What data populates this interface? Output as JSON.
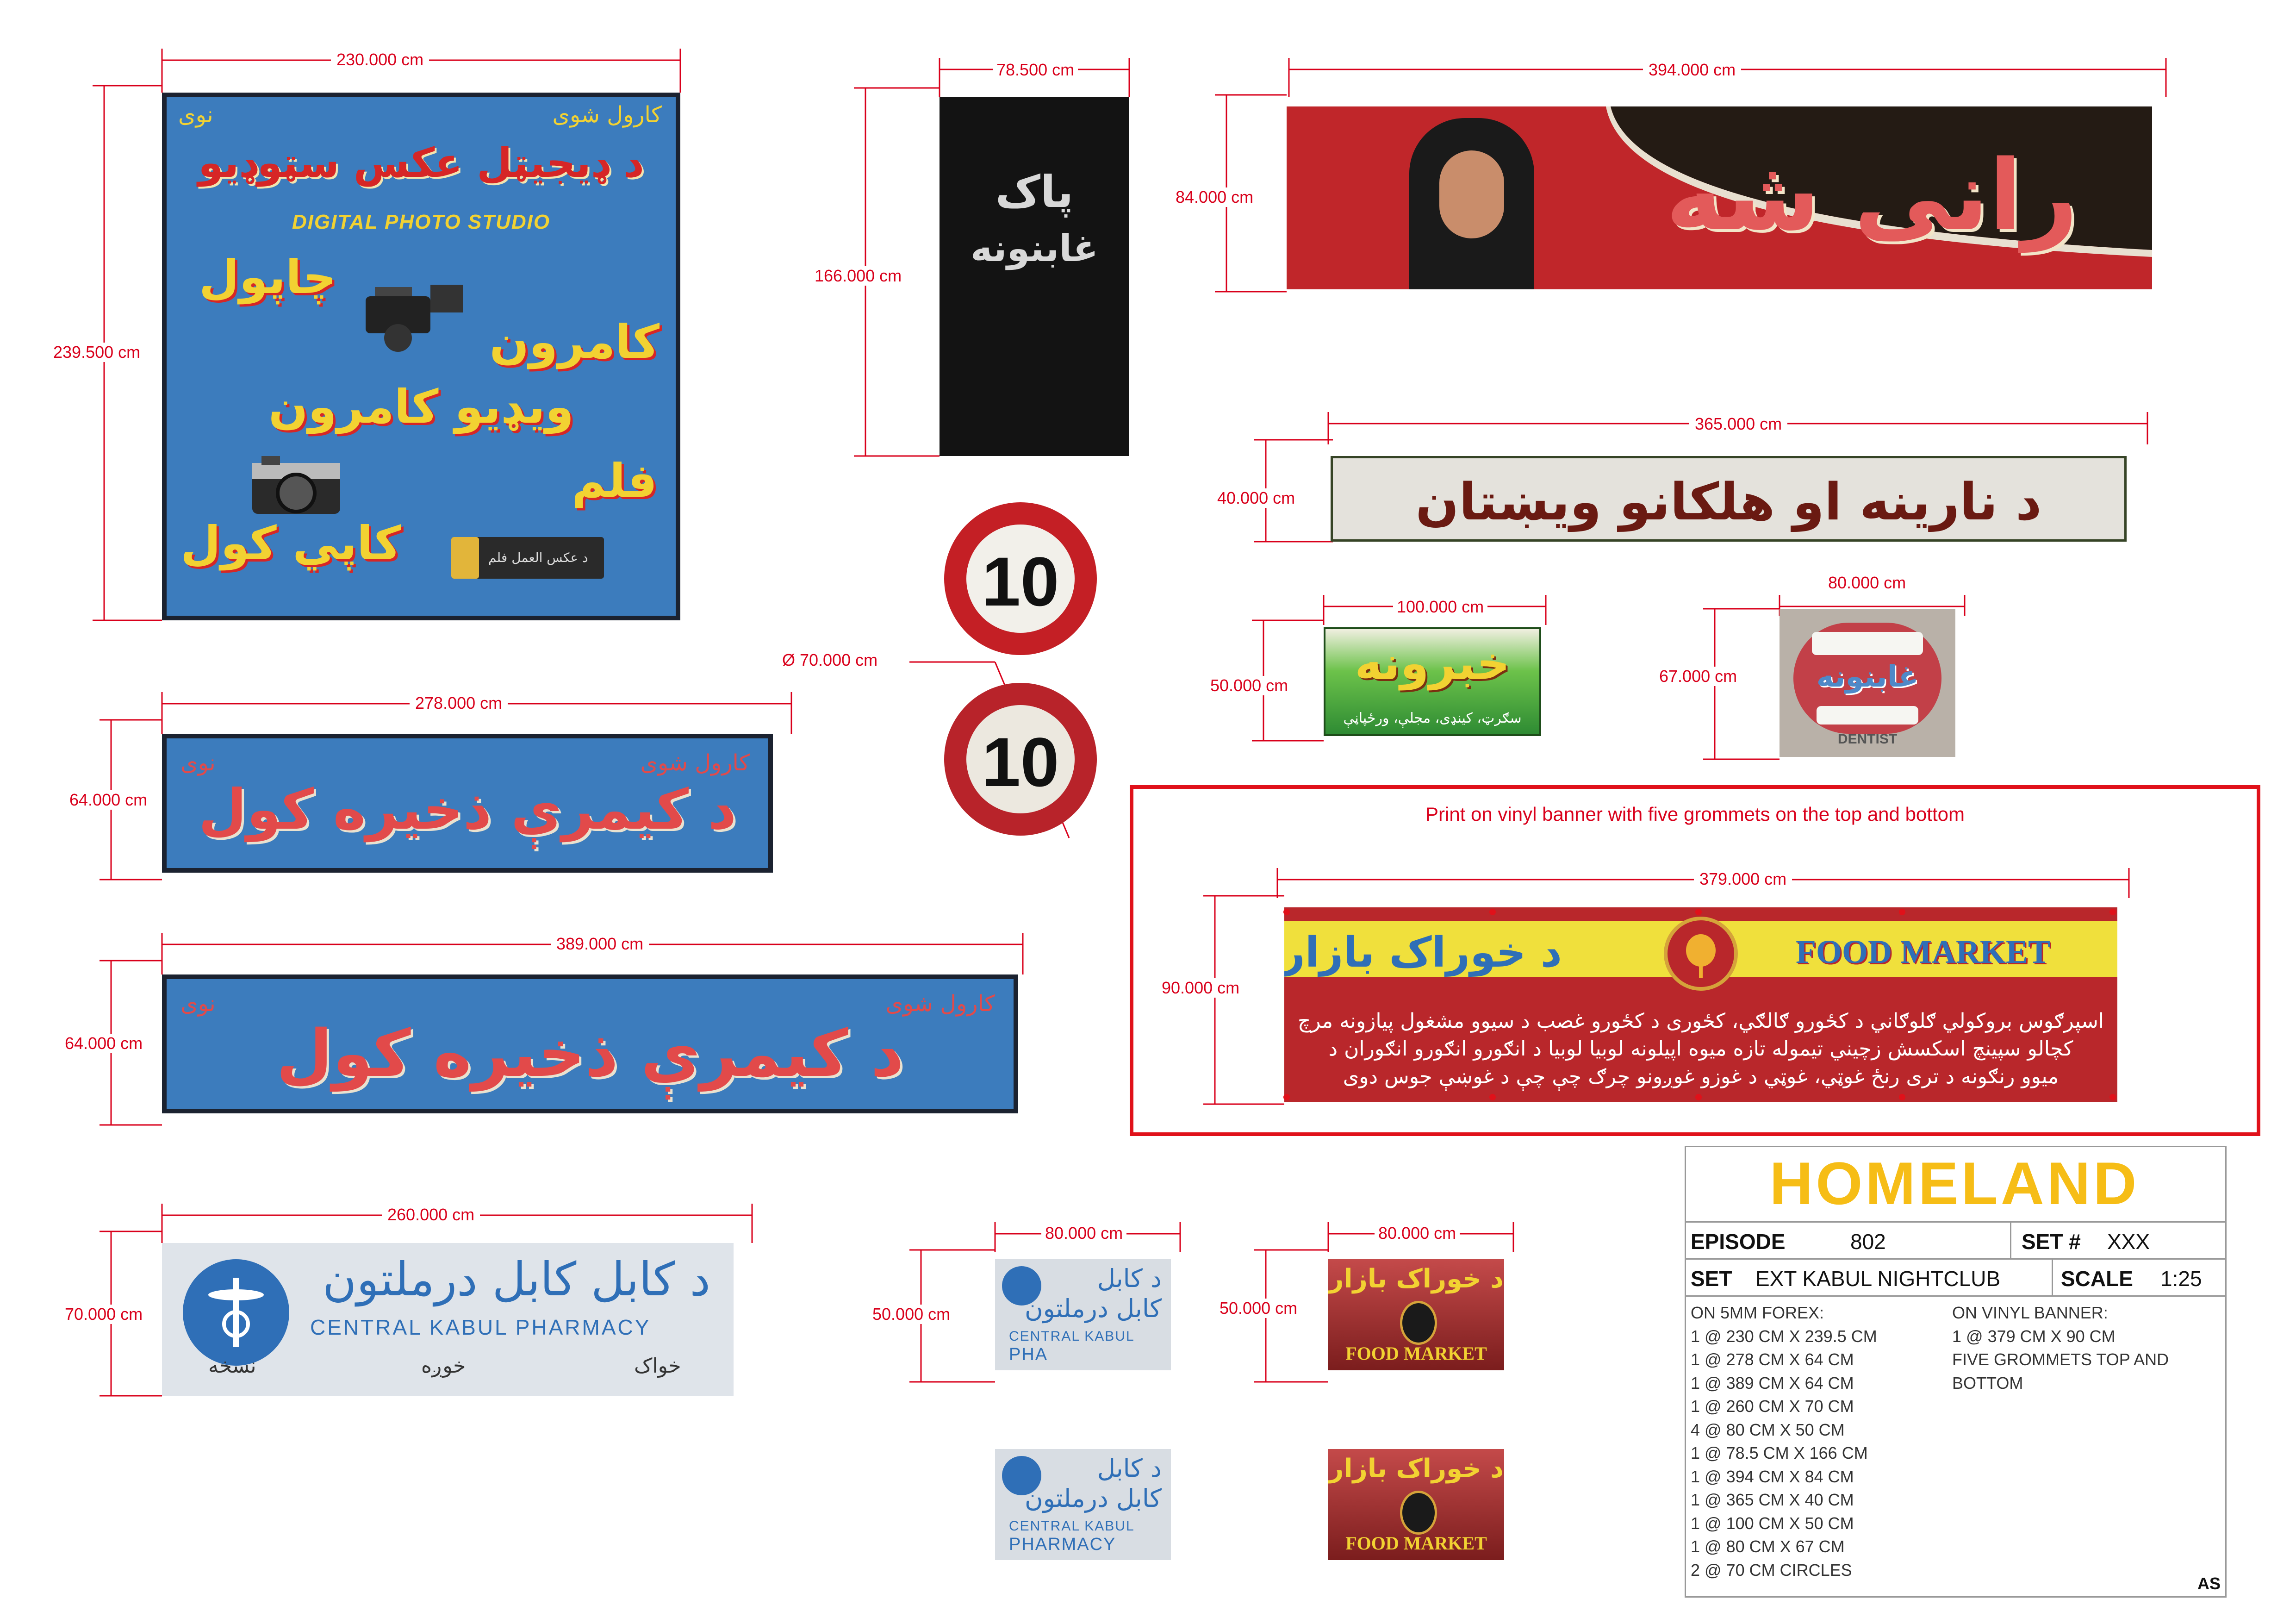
{
  "dimensions": {
    "d1_w": "230.000 cm",
    "d1_h": "239.500 cm",
    "d2_w": "78.500 cm",
    "d2_h": "166.000 cm",
    "d3_w": "394.000 cm",
    "d3_h": "84.000 cm",
    "d4_w": "365.000 cm",
    "d4_h": "40.000 cm",
    "d5_w": "100.000 cm",
    "d5_h": "50.000 cm",
    "d6_w": "80.000 cm",
    "d6_h": "67.000 cm",
    "d7_w": "278.000 cm",
    "d7_h": "64.000 cm",
    "d8_w": "389.000 cm",
    "d8_h": "64.000 cm",
    "d9_w": "260.000 cm",
    "d9_h": "70.000 cm",
    "d10_w": "80.000 cm",
    "d10_h": "50.000 cm",
    "d11_w": "80.000 cm",
    "d11_h": "50.000 cm",
    "d12_w": "379.000 cm",
    "d12_h": "90.000 cm",
    "circle_d": "Ø 70.000 cm"
  },
  "vinyl_note": "Print on vinyl banner with five grommets on the top and bottom",
  "signs": {
    "photo_studio": {
      "corner_left": "نوی",
      "corner_right": "کارول شوی",
      "title": "د ډیجیټل عکس سټوډیو",
      "subtitle_en": "DIGITAL PHOTO STUDIO",
      "line1": "چاپول",
      "line2": "کامرون",
      "line3": "ویډیو کامرون",
      "line4": "فلم",
      "line5": "کاپي کول",
      "film_label": "د عکس العمل فلم"
    },
    "dentist_black": {
      "line1": "پاک",
      "line2": "غابنونه"
    },
    "rani_sha": {
      "text": "رانی شه"
    },
    "nariena": {
      "text": "د نارینه او هلکانو ویښتان"
    },
    "speed1": {
      "value": "10"
    },
    "speed2": {
      "value": "10"
    },
    "khabruna": {
      "title": "خبرونه",
      "sub": "سګرټ، کینډی، مجلې، ورځپاڼې"
    },
    "dentist_mouth": {
      "title": "غابنونه",
      "en": "DENTIST"
    },
    "camera_sign_1": {
      "corner_left": "نوی",
      "corner_right": "کارول شوی",
      "text": "د کیمرې ذخیره کول"
    },
    "camera_sign_2": {
      "corner_left": "نوی",
      "corner_right": "کارول شوی",
      "text": "د کیمرې ذخیره کول"
    },
    "pharmacy": {
      "title": "د کابل کابل درملتون",
      "en": "CENTRAL KABUL PHARMACY",
      "bottom_right": "نسخه",
      "bottom_mid": "خوږه",
      "bottom_left": "خواک"
    },
    "pharmacy_small": {
      "line1": "د کابل",
      "line2": "کابل درملتون",
      "en1": "CENTRAL KABUL",
      "en2a": "PHA",
      "en2b": "PHARMACY"
    },
    "food_small": {
      "title": "د خوراک بازار",
      "en": "FOOD MARKET"
    },
    "food_banner": {
      "title": "د خوراک بازار",
      "en": "FOOD MARKET",
      "line1": "اسپرګوس بروکولي ګلوګاني د کځورو ګالګي، کځوری د کځورو غصب د سیوو مشغول پیازونه مرچ",
      "line2": "کچالو سپینچ اسکسش زچیني تیموله تازه میوه اپیلونه لوبیا لوبیا د انګورو انګورو انګوران د",
      "line3": "میوو رنګونه د تری رنځ غوټي، غوټي د غوزو غوږونو چرګ چې چې د غوښې جوس دوی"
    }
  },
  "title_block": {
    "logo": "HOMELAND",
    "episode_label": "EPISODE",
    "episode_value": "802",
    "set_num_label": "SET #",
    "set_num_value": "XXX",
    "set_label": "SET",
    "set_value": "EXT KABUL NIGHTCLUB",
    "scale_label": "SCALE",
    "scale_value": "1:25",
    "forex_header": "ON 5MM FOREX:",
    "forex_items": [
      "1 @ 230 CM X 239.5 CM",
      "1 @ 278 CM X 64 CM",
      "1 @ 389 CM X 64 CM",
      "1 @ 260 CM X 70 CM",
      "4 @ 80 CM X 50 CM",
      "1 @ 78.5 CM X 166 CM",
      "1 @ 394 CM X 84 CM",
      "1 @ 365 CM X 40 CM",
      "1 @ 100 CM X 50 CM",
      "1 @ 80 CM X 67 CM",
      "2 @ 70 CM CIRCLES"
    ],
    "vinyl_header": "ON VINYL BANNER:",
    "vinyl_items": [
      "1 @ 379 CM X 90 CM",
      "FIVE GROMMETS TOP AND",
      "BOTTOM"
    ],
    "initials": "AS"
  },
  "colors": {
    "dim_red": "#d9001b",
    "studio_blue": "#3d7fc0",
    "text_yellow": "#f2d232",
    "text_red": "#d62626"
  }
}
